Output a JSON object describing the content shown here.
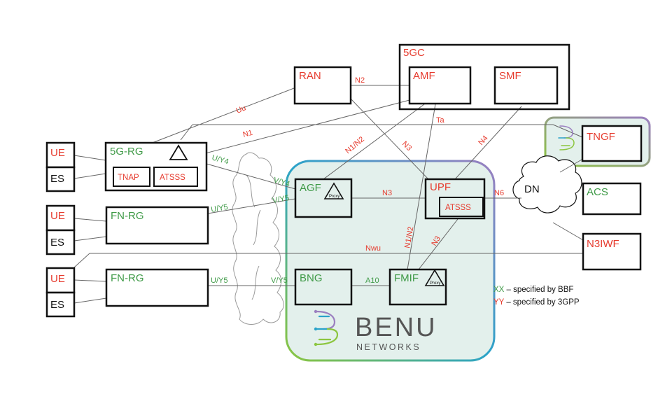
{
  "nodes": {
    "core5gc": "5GC",
    "ran": "RAN",
    "amf": "AMF",
    "smf": "SMF",
    "tngf": "TNGF",
    "ue1": "UE",
    "es1": "ES",
    "ue2": "UE",
    "es2": "ES",
    "ue3": "UE",
    "es3": "ES",
    "rg5g": "5G-RG",
    "tnap": "TNAP",
    "atsss_rg": "ATSSS",
    "fnrg1": "FN-RG",
    "fnrg2": "FN-RG",
    "agf": "AGF",
    "proxy_agf": "Proxy",
    "upf": "UPF",
    "atsss_upf": "ATSSS",
    "dn": "DN",
    "acs": "ACS",
    "n3iwf": "N3IWF",
    "bng": "BNG",
    "fmif": "FMIF",
    "proxy_fmif": "Proxy"
  },
  "interfaces": {
    "n2_top": "N2",
    "uu": "Uu",
    "n1": "N1",
    "ta": "Ta",
    "n1n2_upper": "N1/N2",
    "n3_upper": "N3",
    "n4": "N4",
    "uy4": "U/Y4",
    "vy4": "V/Y4",
    "uy5_a": "U/Y5",
    "vy5_a": "V/Y5",
    "n3_mid": "N3",
    "n6": "N6",
    "nwu": "Nwu",
    "n1n2_lower": "N1/N2",
    "n3_lower": "N3",
    "uy5_b": "U/Y5",
    "vy5_b": "V/Y5",
    "a10": "A10"
  },
  "legend": {
    "bbf_code": "XX",
    "bbf_text": " – specified by BBF",
    "gpp_code": "YY",
    "gpp_text": " – specified by 3GPP"
  },
  "logo": {
    "name": "BENU",
    "sub": "NETWORKS"
  },
  "colors": {
    "red": "#e63b2e",
    "green": "#3f9a47",
    "region_fill": "#e3f0ec",
    "border_green": "#8cc63f",
    "border_purple": "#9b7fc0"
  }
}
